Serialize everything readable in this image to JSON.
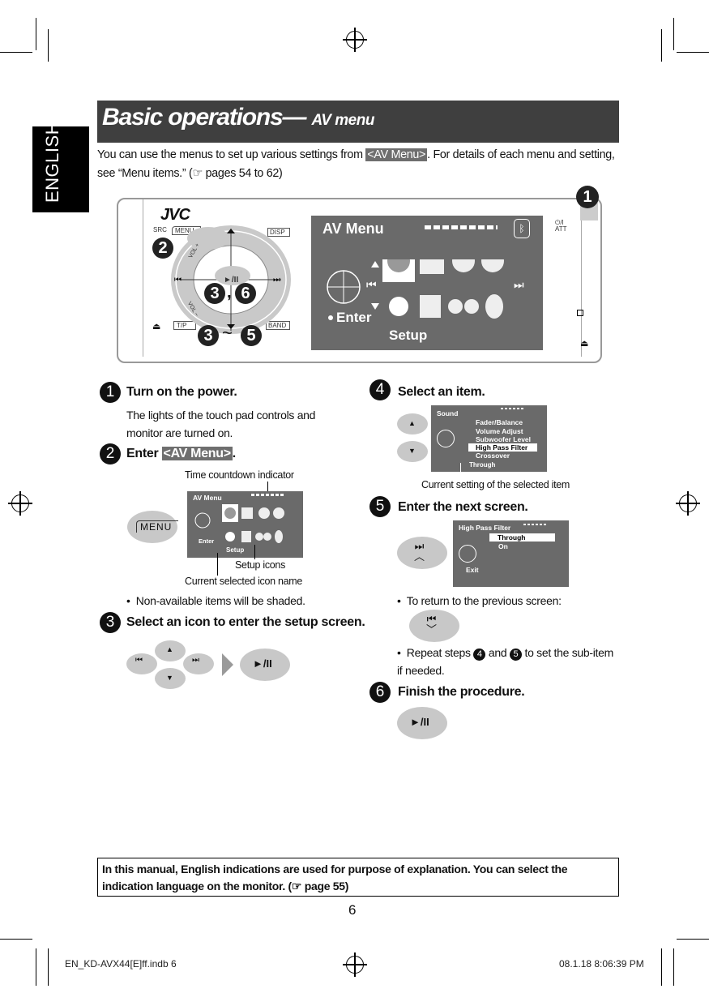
{
  "side_tab": "ENGLISH",
  "title": {
    "main": "Basic operations—",
    "sub": "AV menu"
  },
  "intro": {
    "part1": "You can use the menus to set up various settings from ",
    "highlight": "<AV Menu>",
    "part2": ". For details of each menu and setting, see “Menu items.” (☞ pages 54 to 62)"
  },
  "unit": {
    "brand": "JVC",
    "src": "SRC",
    "menu": "MENU",
    "disp": "DISP",
    "tp": "T/P",
    "band": "BAND",
    "att": "ATT",
    "vol_plus": "VOL +",
    "vol_minus": "VOL −",
    "play": "►/II",
    "screen_title": "AV Menu",
    "screen_enter": "Enter",
    "screen_setup": "Setup",
    "callouts": {
      "one": "1",
      "two": "2",
      "three": "3",
      "six": "6",
      "comma": ",",
      "tilde": "~",
      "five": "5"
    }
  },
  "steps": {
    "s1": {
      "num": "1",
      "title": "Turn on the power.",
      "text": "The lights of the touch pad controls and monitor are turned on."
    },
    "s2": {
      "num": "2",
      "title_prefix": "Enter ",
      "title_hl": "<AV Menu>",
      "title_suffix": ".",
      "cap_countdown": "Time countdown indicator",
      "cap_icons": "Setup icons",
      "cap_name": "Current selected icon name",
      "btn": "MENU",
      "screen_title": "AV Menu",
      "screen_enter": "Enter",
      "screen_setup": "Setup",
      "bullet": "Non-available items will be shaded."
    },
    "s3": {
      "num": "3",
      "title": "Select an icon to enter the setup screen.",
      "play": "►/II"
    },
    "s4": {
      "num": "4",
      "title": "Select an item.",
      "screen_head": "Sound",
      "items": [
        "Fader/Balance",
        "Volume Adjust",
        "Subwoofer Level",
        "High Pass Filter",
        "Crossover"
      ],
      "sub_value": "Through",
      "cap": "Current setting of the selected item"
    },
    "s5": {
      "num": "5",
      "title": "Enter the next screen.",
      "screen_head": "High Pass Filter",
      "options": [
        "Through",
        "On"
      ],
      "screen_exit": "Exit",
      "bullet1": "To return to the previous screen:",
      "bullet2_a": "Repeat steps ",
      "bullet2_n4": "4",
      "bullet2_and": " and ",
      "bullet2_n5": "5",
      "bullet2_b": " to set the sub-item if needed."
    },
    "s6": {
      "num": "6",
      "title": "Finish the procedure.",
      "play": "►/II"
    }
  },
  "note": "In this manual, English indications are used for purpose of explanation. You can select the indication language on the monitor. (☞ page 55)",
  "page_number": "6",
  "footer": {
    "left": "EN_KD-AVX44[E]ff.indb   6",
    "right": "08.1.18   8:06:39 PM"
  }
}
